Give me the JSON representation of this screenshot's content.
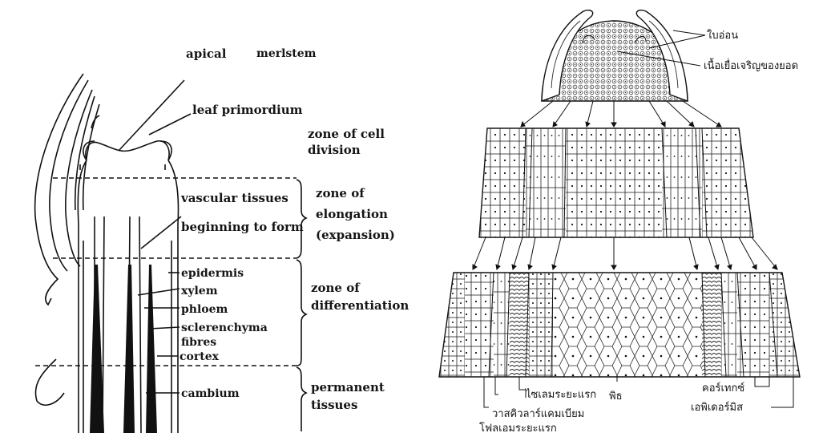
{
  "left_panel": {
    "apical": "apical",
    "meristem": "merlstem",
    "leaf_primordium": "leaf primordium",
    "zone_cell_division": [
      "zone of cell",
      "division"
    ],
    "vascular_tissues": "vascular tissues",
    "beginning_to_form": "beginning to form",
    "zone_elongation": [
      "zone of",
      "elongation",
      "(expansion)"
    ],
    "epidermis": "epidermis",
    "xylem": "xylem",
    "phloem": "phloem",
    "sclerenchyma": "sclerenchyma",
    "fibres": "fibres",
    "cortex": "cortex",
    "zone_differentiation": [
      "zone of",
      "differentiation"
    ],
    "cambium": "cambium",
    "permanent_tissues": [
      "permanent",
      "tissues"
    ]
  },
  "right_panel": {
    "young_leaf": "ใบอ่อน",
    "apical_meristem": "เนื้อเยื่อเจริญของยอด",
    "primary_xylem": "ไซเลมระยะแรก",
    "pith": "พิธ",
    "cortex": "คอร์เทกซ์",
    "epidermis": "เอพิเดอร์มิส",
    "vascular_cambium": "วาสคิวลาร์แคมเบียม",
    "primary_phloem": "โฟลเอมระยะแรก"
  }
}
